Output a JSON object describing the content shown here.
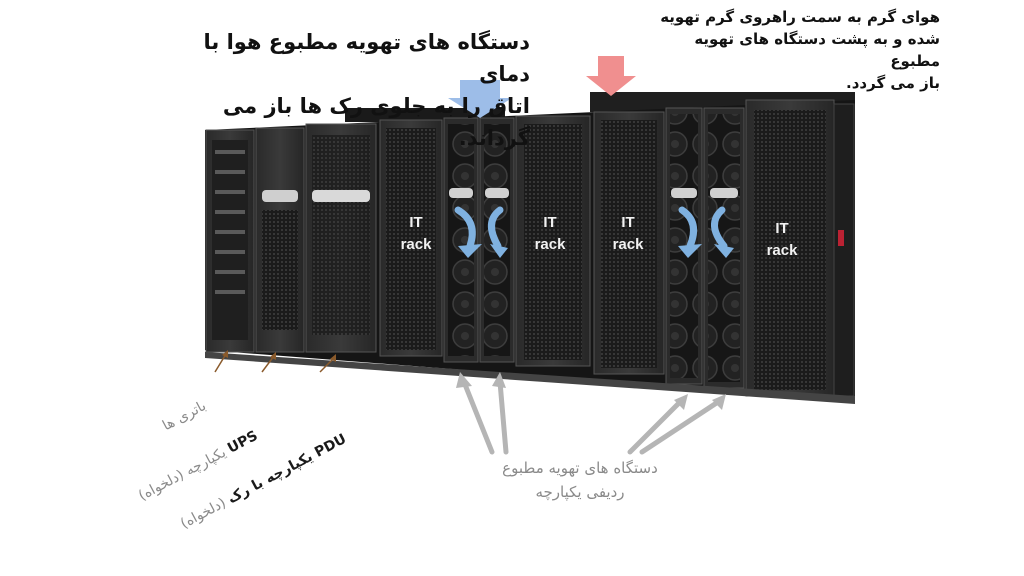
{
  "labels": {
    "cool_air_line1": "دستگاه های تهویه مطبوع هوا با دمای",
    "cool_air_line2": "اتاق را به جلوی رک ها باز می گرداند.",
    "hot_air_line1": "هوای گرم به سمت راهروی گرم تهویه",
    "hot_air_line2": "شده و به پشت دستگاه های تهویه مطبوع",
    "hot_air_line3": "باز می گردد.",
    "inrow_line1": "دستگاه های تهویه مطبوع",
    "inrow_line2": "ردیفی یکپارچه",
    "batteries": "باتری ها",
    "ups_bold": "UPS",
    "ups_rest": " یکپارچه (دلخواه)",
    "pdu_bold": "PDU یکپارچه با رک",
    "pdu_rest": " (دلخواه)"
  },
  "racks": [
    {
      "line1": "IT",
      "line2": "rack"
    },
    {
      "line1": "IT",
      "line2": "rack"
    },
    {
      "line1": "IT",
      "line2": "rack"
    },
    {
      "line1": "IT",
      "line2": "rack"
    }
  ],
  "colors": {
    "cool_arrow": "#9dbde8",
    "hot_arrow": "#f08f8f",
    "airflow_arrow": "#7fb1e0",
    "pointer_arrow": "#b5b5b5",
    "callout_arrow": "#8a5a2b"
  }
}
